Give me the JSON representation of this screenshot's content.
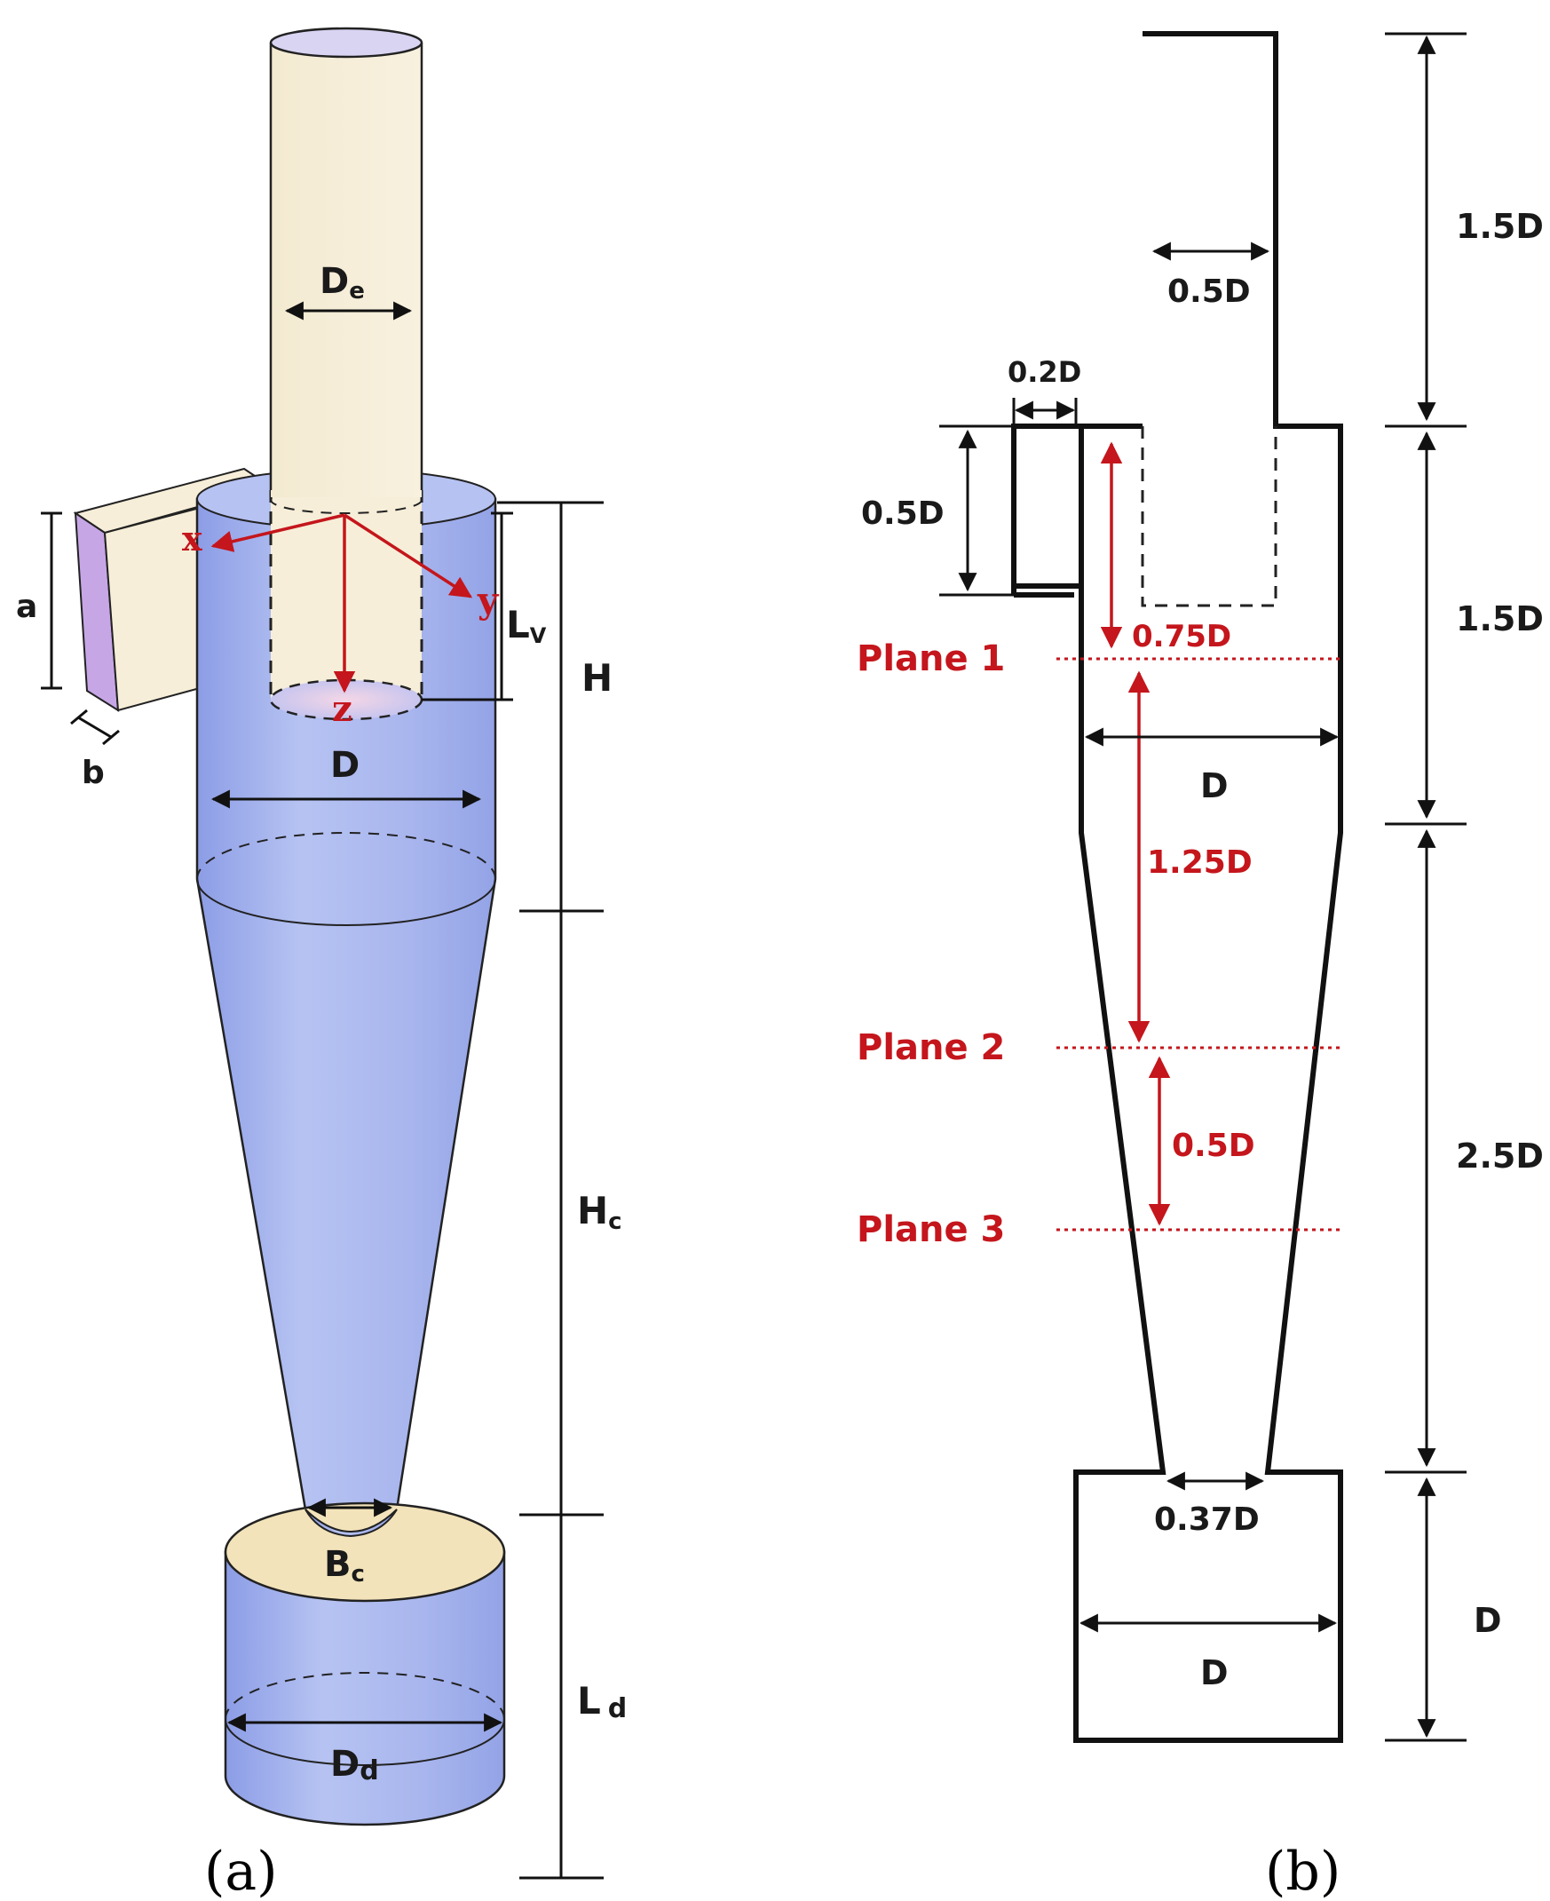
{
  "panel_a": {
    "caption": "(a)",
    "labels": {
      "De": {
        "main": "D",
        "sub": "e"
      },
      "a": "a",
      "b": "b",
      "D": "D",
      "Lv": {
        "main": "L",
        "sub": "V"
      },
      "H": "H",
      "Hc": {
        "main": "H",
        "sub": "c"
      },
      "Bc": {
        "main": "B",
        "sub": "c"
      },
      "Ld": {
        "main": "L",
        "sub": "d"
      },
      "Dd": {
        "main": "D",
        "sub": "d"
      },
      "axis_x": "x",
      "axis_y": "y",
      "axis_z": "z"
    },
    "colors": {
      "tube": "#f6eed8",
      "body": "#a9b8ef",
      "inlet_side": "#c7a6e6",
      "dustbin_top": "#f3e3ba",
      "axis": "#c4161c"
    }
  },
  "panel_b": {
    "caption": "(b)",
    "dims": {
      "outlet_height": "1.5D",
      "outlet_width": "0.5D",
      "inlet_width": "0.2D",
      "inlet_height": "0.5D",
      "cylinder_height": "1.5D",
      "cone_height": "2.5D",
      "dustbin_height": "D",
      "body_width": "D",
      "cone_bottom": "0.37D",
      "dustbin_width": "D"
    },
    "planes": [
      {
        "label": "Plane 1",
        "offset": "0.75D"
      },
      {
        "label": "Plane 2",
        "offset": "1.25D"
      },
      {
        "label": "Plane 3",
        "offset": "0.5D"
      }
    ],
    "colors": {
      "plane": "#c4161c",
      "outline": "#111111"
    }
  }
}
